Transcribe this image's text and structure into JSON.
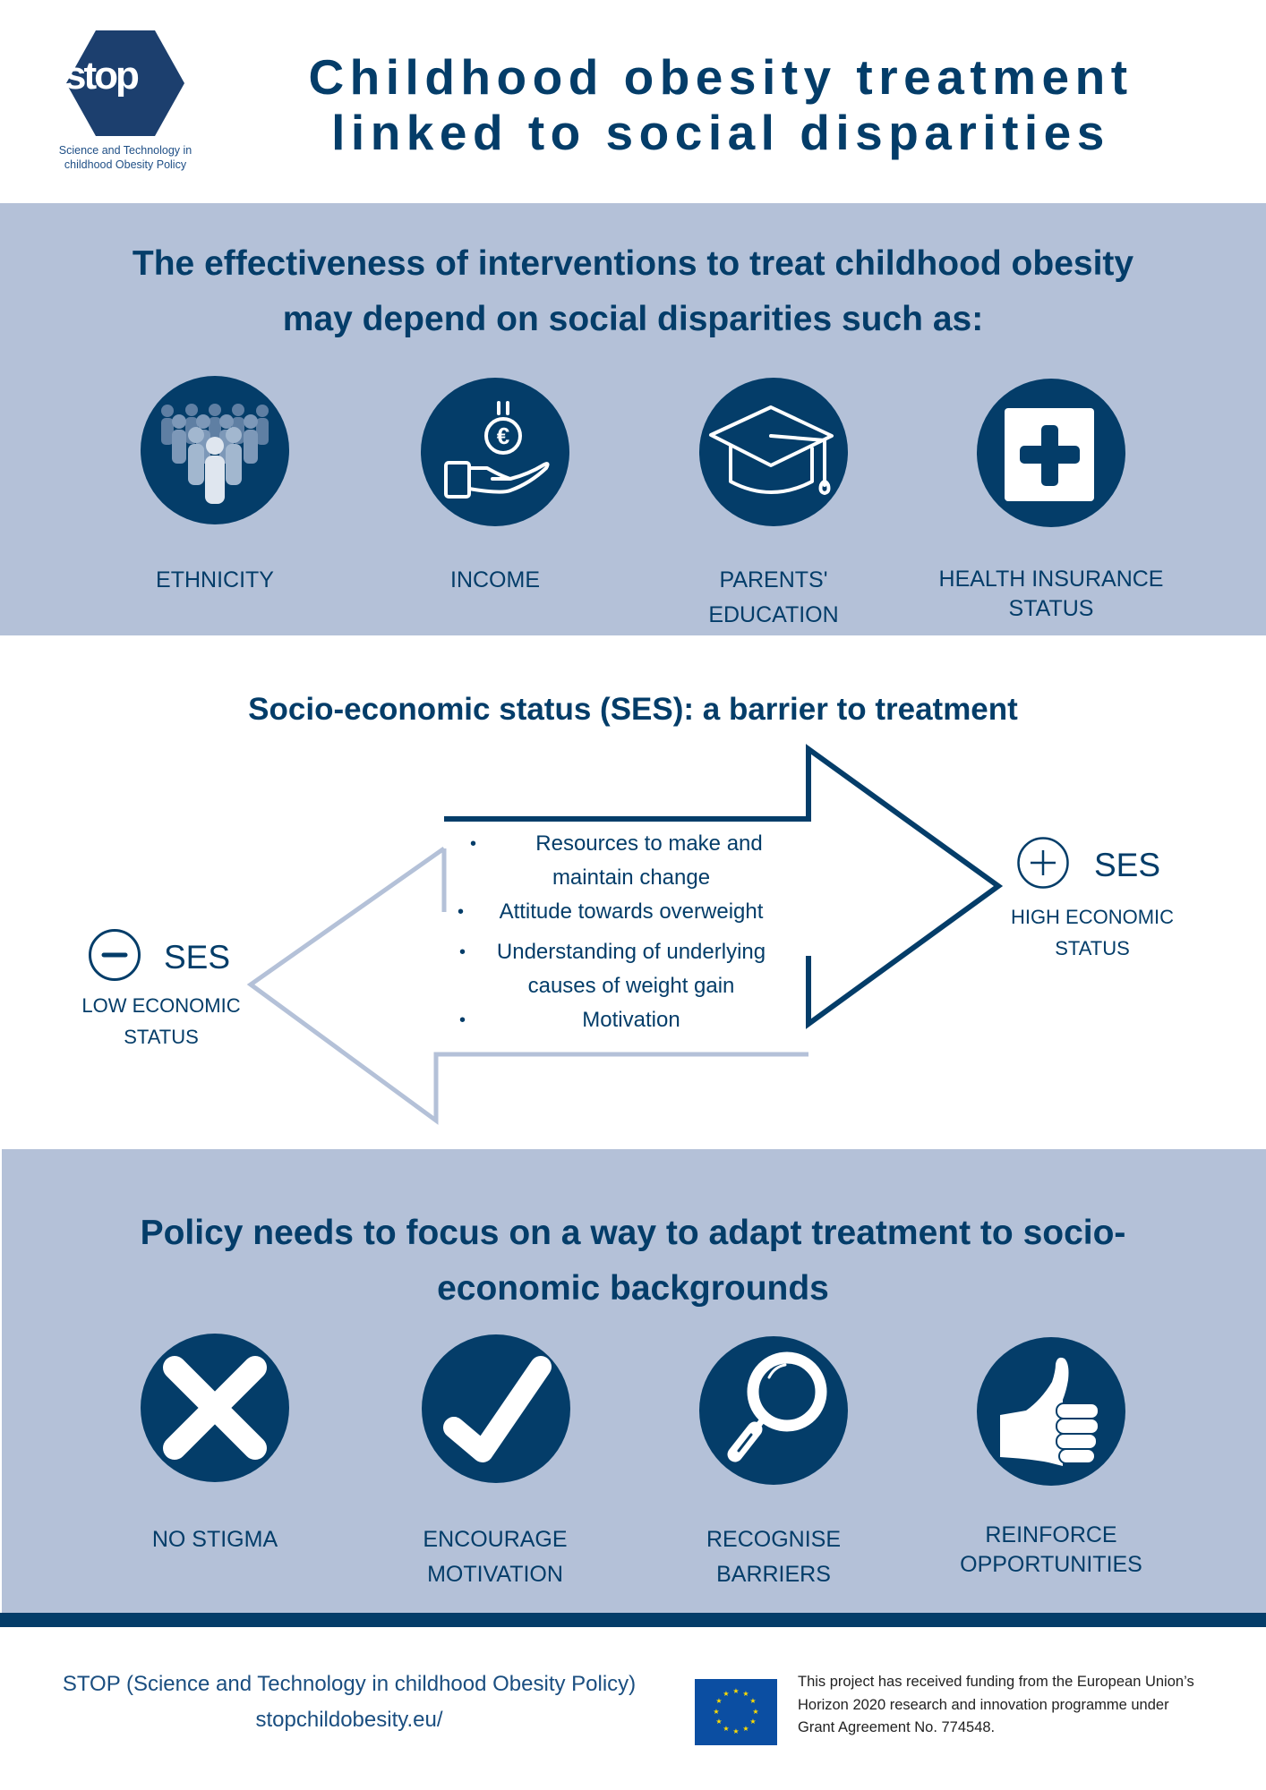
{
  "header": {
    "logo": {
      "wordmark": "stop",
      "tagline_line1": "Science and Technology in",
      "tagline_line2": "childhood Obesity Policy",
      "color": "#1c3f6e"
    },
    "title_line1": "Childhood obesity treatment",
    "title_line2": "linked to social disparities"
  },
  "colors": {
    "navy": "#043d69",
    "band": "#b4c1d8",
    "light_arrow": "#b4c1d8",
    "eu_blue": "#0b4ea2",
    "eu_star": "#ffdd00"
  },
  "disparities": {
    "heading_line1": "The effectiveness of interventions to treat childhood obesity",
    "heading_line2": "may depend on social disparities such as:",
    "items": [
      {
        "icon": "people-group-icon",
        "label_line1": "ETHNICITY",
        "label_line2": ""
      },
      {
        "icon": "hand-euro-coin-icon",
        "label_line1": "INCOME",
        "label_line2": ""
      },
      {
        "icon": "graduation-cap-icon",
        "label_line1": "PARENTS'",
        "label_line2": "EDUCATION"
      },
      {
        "icon": "medical-cross-icon",
        "label_line1": "HEALTH INSURANCE",
        "label_line2": "STATUS"
      }
    ]
  },
  "ses": {
    "heading": "Socio-economic status (SES): a barrier to treatment",
    "low": {
      "sign": "minus-circle-icon",
      "tag": "SES",
      "sub_line1": "LOW ECONOMIC",
      "sub_line2": "STATUS"
    },
    "high": {
      "sign": "plus-circle-icon",
      "tag": "SES",
      "sub_line1": "HIGH ECONOMIC",
      "sub_line2": "STATUS"
    },
    "bullet_char": "•",
    "factors": [
      {
        "line1": "Resources to make and",
        "line2": "maintain change"
      },
      {
        "line1": "Attitude towards overweight",
        "line2": ""
      },
      {
        "line1": "Understanding of underlying",
        "line2": "causes of weight gain"
      },
      {
        "line1": "Motivation",
        "line2": ""
      }
    ]
  },
  "policy": {
    "heading_line1": "Policy needs to focus on a way to adapt treatment to socio-",
    "heading_line2": "economic backgrounds",
    "items": [
      {
        "icon": "x-mark-icon",
        "label_line1": "NO STIGMA",
        "label_line2": ""
      },
      {
        "icon": "checkmark-icon",
        "label_line1": "ENCOURAGE",
        "label_line2": "MOTIVATION"
      },
      {
        "icon": "magnifying-glass-icon",
        "label_line1": "RECOGNISE",
        "label_line2": "BARRIERS"
      },
      {
        "icon": "thumbs-up-icon",
        "label_line1": "REINFORCE",
        "label_line2": "OPPORTUNITIES"
      }
    ]
  },
  "footer": {
    "project_name": "STOP (Science and Technology in childhood Obesity Policy)",
    "website": "stopchildobesity.eu/",
    "funding_line1": "This project has received funding from the European Union’s",
    "funding_line2": "Horizon 2020 research and innovation programme under",
    "funding_line3": "Grant Agreement No. 774548."
  }
}
